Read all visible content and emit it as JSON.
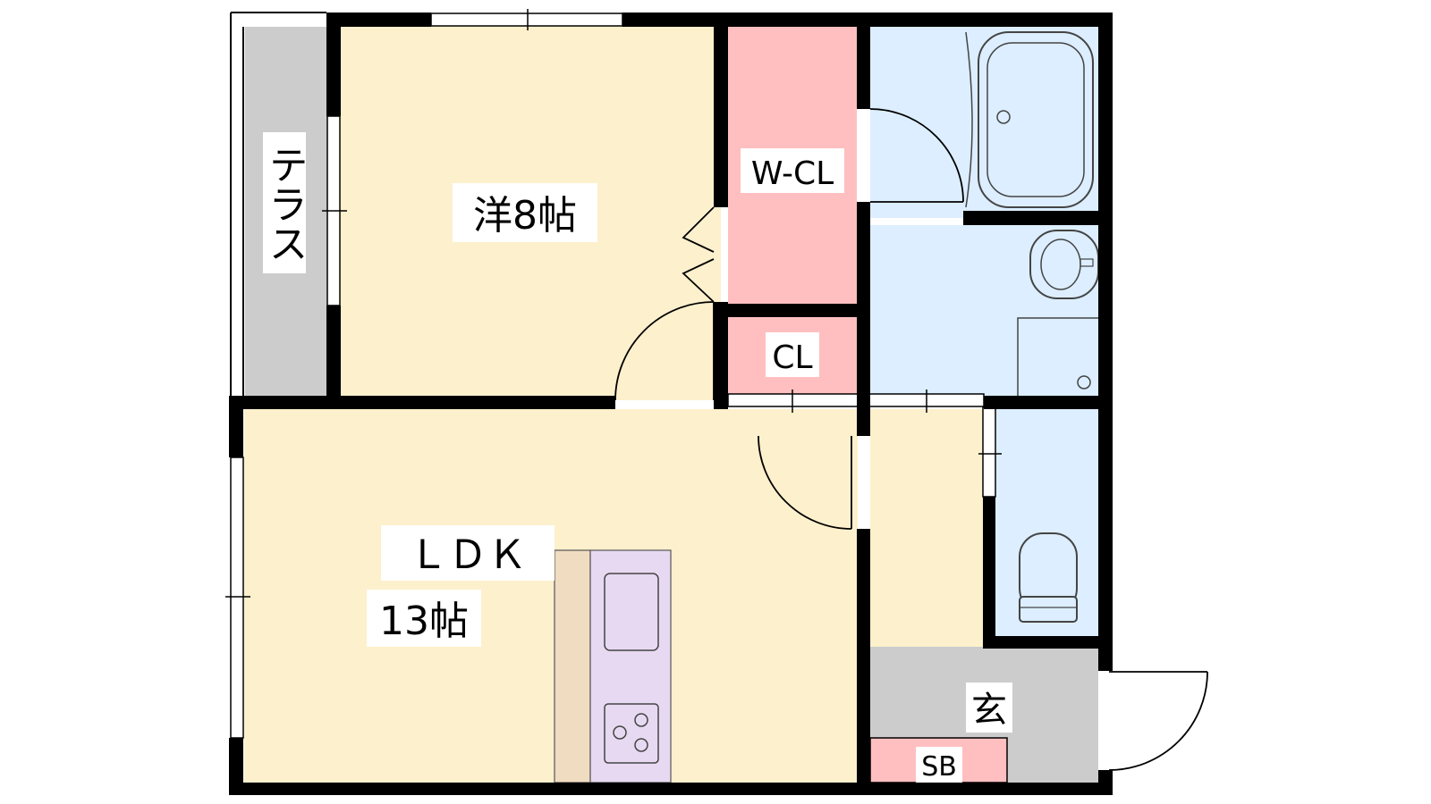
{
  "colors": {
    "wall": "#000000",
    "cream": "#fdf0cc",
    "pink": "#ffbfc0",
    "blue": "#dceeff",
    "gray": "#cccccc",
    "kitchen": "#e8d9f2",
    "counter": "#f0dcc0"
  },
  "rooms": {
    "terrace": "テラス",
    "western": "洋8帖",
    "wcl": "W-CL",
    "cl": "CL",
    "ldk": "ＬＤＫ",
    "ldk_size": "13帖",
    "entrance": "玄",
    "sb": "SB"
  }
}
